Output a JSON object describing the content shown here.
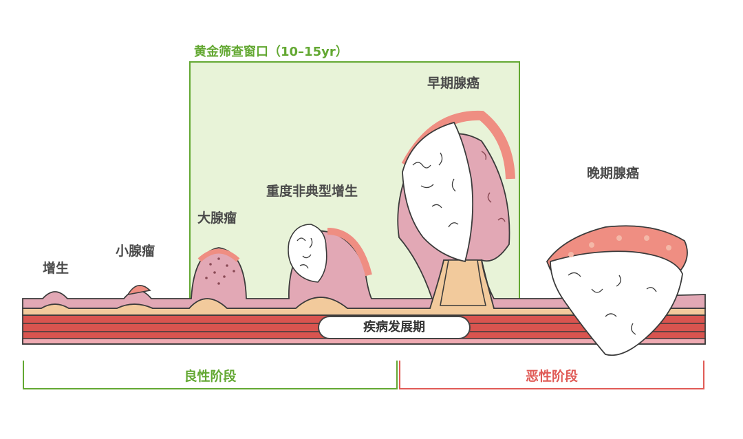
{
  "window": {
    "title": "黄金筛查窗口（10–15yr）",
    "color": "#63a832"
  },
  "stages": {
    "hyperplasia": "增生",
    "small_adenoma": "小腺瘤",
    "large_adenoma": "大腺瘤",
    "severe_dysplasia": "重度非典型增生",
    "early_cancer": "早期腺癌",
    "late_cancer": "晚期腺癌"
  },
  "development_label": "疾病发展期",
  "phases": {
    "benign": "良性阶段",
    "malignant": "恶性阶段"
  },
  "colors": {
    "benign": "#63a832",
    "malignant": "#e05a55",
    "mucosa": "#e2a8b5",
    "polyp_core": "#f2ca9c",
    "tumor_edge": "#ef8e82",
    "muscle": "#d9544f",
    "window_fill": "#e8f3d8",
    "outline": "#3b3b3b"
  }
}
